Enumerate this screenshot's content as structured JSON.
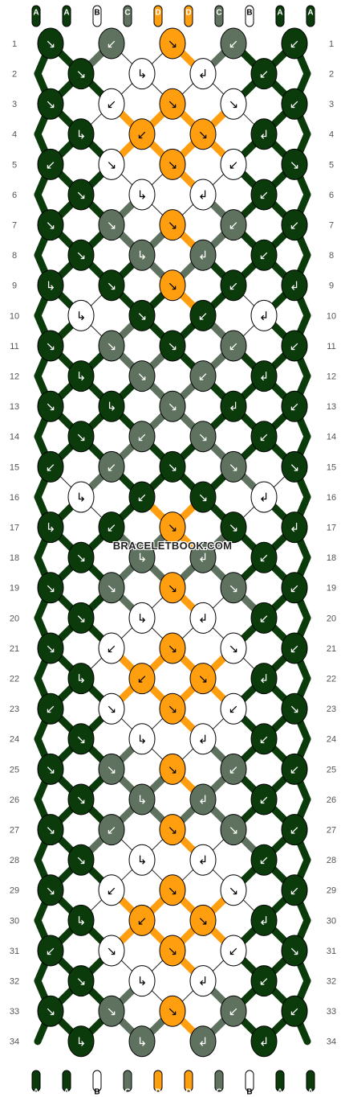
{
  "colors": {
    "A": "#0b3a0b",
    "B": "#ffffff",
    "C": "#5f7260",
    "D": "#ff9e0f"
  },
  "strings_top": [
    "A",
    "A",
    "B",
    "C",
    "D",
    "D",
    "C",
    "B",
    "A",
    "A"
  ],
  "strings_bottom": [
    "A",
    "A",
    "B",
    "C",
    "D",
    "D",
    "C",
    "B",
    "A",
    "A"
  ],
  "row_count": 34,
  "watermark": "BRACELETBOOK.COM",
  "rows": [
    [
      {
        "c": "A",
        "d": "↘"
      },
      {
        "c": "C",
        "d": "↙"
      },
      {
        "c": "D",
        "d": "↘"
      },
      {
        "c": "C",
        "d": "↙"
      },
      {
        "c": "A",
        "d": "↙"
      }
    ],
    [
      {
        "c": "A",
        "d": "↘"
      },
      {
        "c": "B",
        "d": "↳"
      },
      {
        "c": "B",
        "d": "↲"
      },
      {
        "c": "A",
        "d": "↙"
      }
    ],
    [
      {
        "c": "A",
        "d": "↘"
      },
      {
        "c": "B",
        "d": "↙"
      },
      {
        "c": "D",
        "d": "↘"
      },
      {
        "c": "B",
        "d": "↘"
      },
      {
        "c": "A",
        "d": "↙"
      }
    ],
    [
      {
        "c": "A",
        "d": "↳"
      },
      {
        "c": "D",
        "d": "↙"
      },
      {
        "c": "D",
        "d": "↘"
      },
      {
        "c": "A",
        "d": "↲"
      }
    ],
    [
      {
        "c": "A",
        "d": "↙"
      },
      {
        "c": "B",
        "d": "↘"
      },
      {
        "c": "D",
        "d": "↘"
      },
      {
        "c": "B",
        "d": "↙"
      },
      {
        "c": "A",
        "d": "↘"
      }
    ],
    [
      {
        "c": "A",
        "d": "↘"
      },
      {
        "c": "B",
        "d": "↳"
      },
      {
        "c": "B",
        "d": "↲"
      },
      {
        "c": "A",
        "d": "↙"
      }
    ],
    [
      {
        "c": "A",
        "d": "↘"
      },
      {
        "c": "C",
        "d": "↘"
      },
      {
        "c": "D",
        "d": "↘"
      },
      {
        "c": "C",
        "d": "↙"
      },
      {
        "c": "A",
        "d": "↙"
      }
    ],
    [
      {
        "c": "A",
        "d": "↘"
      },
      {
        "c": "C",
        "d": "↳"
      },
      {
        "c": "C",
        "d": "↲"
      },
      {
        "c": "A",
        "d": "↙"
      }
    ],
    [
      {
        "c": "A",
        "d": "↳"
      },
      {
        "c": "A",
        "d": "↘"
      },
      {
        "c": "D",
        "d": "↘"
      },
      {
        "c": "A",
        "d": "↙"
      },
      {
        "c": "A",
        "d": "↲"
      }
    ],
    [
      {
        "c": "B",
        "d": "↳"
      },
      {
        "c": "A",
        "d": "↘"
      },
      {
        "c": "A",
        "d": "↙"
      },
      {
        "c": "B",
        "d": "↲"
      }
    ],
    [
      {
        "c": "A",
        "d": "↘"
      },
      {
        "c": "C",
        "d": "↘"
      },
      {
        "c": "A",
        "d": "↘"
      },
      {
        "c": "C",
        "d": "↙"
      },
      {
        "c": "A",
        "d": "↙"
      }
    ],
    [
      {
        "c": "A",
        "d": "↳"
      },
      {
        "c": "C",
        "d": "↘"
      },
      {
        "c": "C",
        "d": "↙"
      },
      {
        "c": "A",
        "d": "↲"
      }
    ],
    [
      {
        "c": "A",
        "d": "↘"
      },
      {
        "c": "A",
        "d": "↳"
      },
      {
        "c": "C",
        "d": "↘"
      },
      {
        "c": "A",
        "d": "↲"
      },
      {
        "c": "A",
        "d": "↙"
      }
    ],
    [
      {
        "c": "A",
        "d": "↘"
      },
      {
        "c": "C",
        "d": "↙"
      },
      {
        "c": "C",
        "d": "↘"
      },
      {
        "c": "A",
        "d": "↙"
      }
    ],
    [
      {
        "c": "A",
        "d": "↙"
      },
      {
        "c": "C",
        "d": "↙"
      },
      {
        "c": "A",
        "d": "↘"
      },
      {
        "c": "C",
        "d": "↘"
      },
      {
        "c": "A",
        "d": "↘"
      }
    ],
    [
      {
        "c": "B",
        "d": "↳"
      },
      {
        "c": "A",
        "d": "↙"
      },
      {
        "c": "A",
        "d": "↘"
      },
      {
        "c": "B",
        "d": "↲"
      }
    ],
    [
      {
        "c": "A",
        "d": "↳"
      },
      {
        "c": "A",
        "d": "↙"
      },
      {
        "c": "D",
        "d": "↘"
      },
      {
        "c": "A",
        "d": "↘"
      },
      {
        "c": "A",
        "d": "↲"
      }
    ],
    [
      {
        "c": "A",
        "d": "↘"
      },
      {
        "c": "C",
        "d": "↳"
      },
      {
        "c": "C",
        "d": "↲"
      },
      {
        "c": "A",
        "d": "↙"
      }
    ],
    [
      {
        "c": "A",
        "d": "↘"
      },
      {
        "c": "C",
        "d": "↘"
      },
      {
        "c": "D",
        "d": "↘"
      },
      {
        "c": "C",
        "d": "↘"
      },
      {
        "c": "A",
        "d": "↙"
      }
    ],
    [
      {
        "c": "A",
        "d": "↘"
      },
      {
        "c": "B",
        "d": "↳"
      },
      {
        "c": "B",
        "d": "↲"
      },
      {
        "c": "A",
        "d": "↙"
      }
    ],
    [
      {
        "c": "A",
        "d": "↘"
      },
      {
        "c": "B",
        "d": "↙"
      },
      {
        "c": "D",
        "d": "↘"
      },
      {
        "c": "B",
        "d": "↘"
      },
      {
        "c": "A",
        "d": "↙"
      }
    ],
    [
      {
        "c": "A",
        "d": "↳"
      },
      {
        "c": "D",
        "d": "↙"
      },
      {
        "c": "D",
        "d": "↘"
      },
      {
        "c": "A",
        "d": "↲"
      }
    ],
    [
      {
        "c": "A",
        "d": "↙"
      },
      {
        "c": "B",
        "d": "↘"
      },
      {
        "c": "D",
        "d": "↘"
      },
      {
        "c": "B",
        "d": "↙"
      },
      {
        "c": "A",
        "d": "↘"
      }
    ],
    [
      {
        "c": "A",
        "d": "↘"
      },
      {
        "c": "B",
        "d": "↳"
      },
      {
        "c": "B",
        "d": "↲"
      },
      {
        "c": "A",
        "d": "↙"
      }
    ],
    [
      {
        "c": "A",
        "d": "↘"
      },
      {
        "c": "C",
        "d": "↘"
      },
      {
        "c": "D",
        "d": "↘"
      },
      {
        "c": "C",
        "d": "↙"
      },
      {
        "c": "A",
        "d": "↙"
      }
    ],
    [
      {
        "c": "A",
        "d": "↘"
      },
      {
        "c": "C",
        "d": "↳"
      },
      {
        "c": "C",
        "d": "↲"
      },
      {
        "c": "A",
        "d": "↙"
      }
    ],
    [
      {
        "c": "A",
        "d": "↘"
      },
      {
        "c": "C",
        "d": "↙"
      },
      {
        "c": "D",
        "d": "↘"
      },
      {
        "c": "C",
        "d": "↘"
      },
      {
        "c": "A",
        "d": "↙"
      }
    ],
    [
      {
        "c": "A",
        "d": "↘"
      },
      {
        "c": "B",
        "d": "↳"
      },
      {
        "c": "B",
        "d": "↲"
      },
      {
        "c": "A",
        "d": "↙"
      }
    ],
    [
      {
        "c": "A",
        "d": "↘"
      },
      {
        "c": "B",
        "d": "↙"
      },
      {
        "c": "D",
        "d": "↘"
      },
      {
        "c": "B",
        "d": "↘"
      },
      {
        "c": "A",
        "d": "↙"
      }
    ],
    [
      {
        "c": "A",
        "d": "↳"
      },
      {
        "c": "D",
        "d": "↙"
      },
      {
        "c": "D",
        "d": "↘"
      },
      {
        "c": "A",
        "d": "↲"
      }
    ],
    [
      {
        "c": "A",
        "d": "↙"
      },
      {
        "c": "B",
        "d": "↘"
      },
      {
        "c": "D",
        "d": "↘"
      },
      {
        "c": "B",
        "d": "↙"
      },
      {
        "c": "A",
        "d": "↘"
      }
    ],
    [
      {
        "c": "A",
        "d": "↘"
      },
      {
        "c": "B",
        "d": "↳"
      },
      {
        "c": "B",
        "d": "↲"
      },
      {
        "c": "A",
        "d": "↙"
      }
    ],
    [
      {
        "c": "A",
        "d": "↘"
      },
      {
        "c": "C",
        "d": "↘"
      },
      {
        "c": "D",
        "d": "↘"
      },
      {
        "c": "C",
        "d": "↙"
      },
      {
        "c": "A",
        "d": "↙"
      }
    ],
    [
      {
        "c": "A",
        "d": "↳"
      },
      {
        "c": "C",
        "d": "↳"
      },
      {
        "c": "C",
        "d": "↲"
      },
      {
        "c": "A",
        "d": "↲"
      }
    ]
  ]
}
